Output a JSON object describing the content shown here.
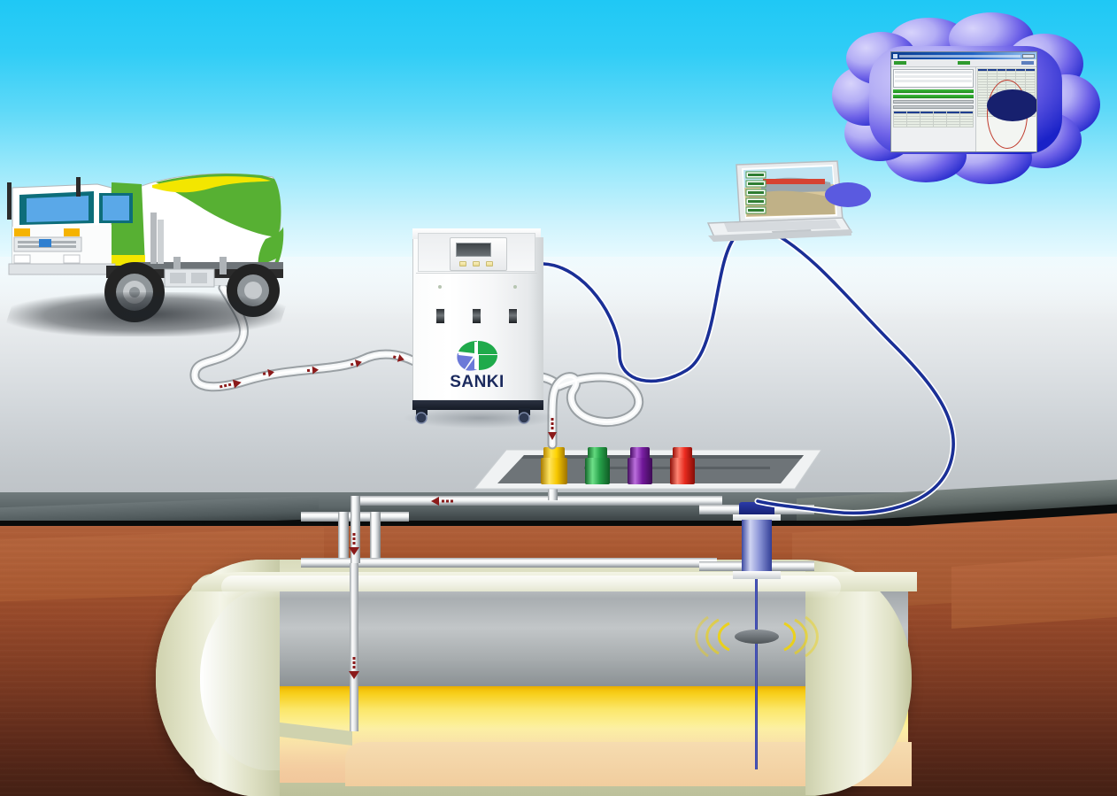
{
  "scene": {
    "title": "SANKI underground fuel storage tank delivery and gauging system diagram",
    "sky_top_color": "#1fc8f5",
    "sky_bottom_color": "#f8fdfe",
    "ground_color": "#cfd4d8",
    "soil_color": "#a9572f",
    "asphalt_color": "#5d6769",
    "fuel_color": "#fbe76a",
    "flow_arrow_color": "#8b1a1a",
    "data_cable_color": "#1a2f96"
  },
  "machine": {
    "brand": "SANKI",
    "brand_color": "#1b2a5e",
    "logo_green": "#1faa4b",
    "logo_blue": "#6b79d8",
    "panel": {
      "display_label": "",
      "buttons": [
        "",
        "",
        ""
      ]
    },
    "ports": [
      "port-1",
      "port-2",
      "port-3"
    ],
    "indicators": [
      "indicator-left",
      "indicator-right"
    ],
    "casters": [
      "caster-left",
      "caster-right"
    ]
  },
  "truck": {
    "name": "fuel tanker truck",
    "cab_color": "#ffffff",
    "tank_color": "#ffffff",
    "accent_green": "#57b033",
    "accent_yellow": "#f3e600",
    "window_color": "#5aa8e8",
    "wheel_color": "#2b2b2b"
  },
  "fill_ports": [
    {
      "name": "fill-port-yellow",
      "color": "#f5c400",
      "label": ""
    },
    {
      "name": "fill-port-green",
      "color": "#2fa64f",
      "label": ""
    },
    {
      "name": "fill-port-purple",
      "color": "#7b1fa2",
      "label": ""
    },
    {
      "name": "fill-port-red",
      "color": "#ee2b20",
      "label": ""
    }
  ],
  "tank": {
    "name": "underground storage tank",
    "shell_color": "#e8ead0",
    "vapour_space_color": "#b0b6b9",
    "fuel_surface_color": "#f0b900"
  },
  "sensor": {
    "name": "tank level sensor probe",
    "head_color": "#1f2f8f",
    "body_color": "#9aa4e0",
    "float_color": "#6b7176"
  },
  "laptop": {
    "name": "laptop computer",
    "screen_menu_items": [
      "",
      "",
      "",
      "",
      ""
    ],
    "screen_accent": "#2e7d32",
    "body_color": "#dfe3e6"
  },
  "thought_bubble": {
    "name": "software application thought bubble",
    "gradient_light": "#b9b4f5",
    "gradient_dark": "#1a22c8",
    "app": {
      "titlebar_color": "#0b3d91",
      "toolbar_chips": [
        "",
        ""
      ],
      "left_panel_boxes": 2,
      "green_buttons": 2,
      "gray_buttons": 2,
      "chart_ellipse_color": "#17206e",
      "highlight_circle_color": "#c0392b",
      "table_header_color": "#1f3f8f",
      "table_cell_color": "#e7ede4"
    }
  },
  "flow_arrows": {
    "hose_arrows": 7,
    "drop_tube_arrows": 2,
    "ground_pipe_arrows": 1
  }
}
